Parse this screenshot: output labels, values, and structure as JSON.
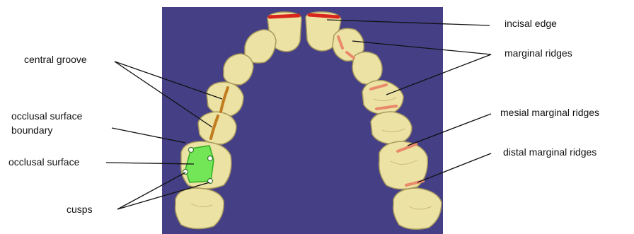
{
  "colors": {
    "background": "#ffffff",
    "panel": "#453f86",
    "tooth_fill": "#ece2a4",
    "tooth_edge": "#b7a96a",
    "incisal_edge": "#d8261c",
    "marginal_ridge": "#e98a6a",
    "central_groove": "#c27b1f",
    "occlusal_surface": "#5ee64a",
    "leader_line": "#111111"
  },
  "labels": {
    "central_groove": "central groove",
    "occlusal_surface_boundary_line1": "occlusal surface",
    "occlusal_surface_boundary_line2": "boundary",
    "occlusal_surface": "occlusal surface",
    "cusps": "cusps",
    "incisal_edge": "incisal edge",
    "marginal_ridges": "marginal ridges",
    "mesial_marginal_ridges": "mesial marginal ridges",
    "distal_marginal_ridges": "distal marginal ridges"
  }
}
